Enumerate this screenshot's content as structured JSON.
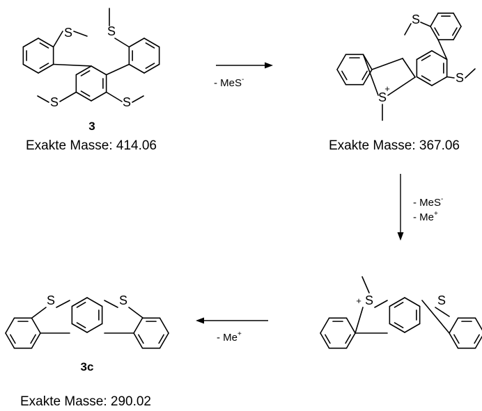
{
  "structures": {
    "compound_3": {
      "label": "3",
      "mass": "Exakte Masse: 414.06",
      "atoms": [
        "S",
        "S",
        "S",
        "S"
      ]
    },
    "intermediate_1": {
      "mass": "Exakte Masse: 367.06",
      "atoms": [
        "S",
        "S",
        "S"
      ],
      "charge": "+"
    },
    "intermediate_2": {
      "atoms": [
        "S",
        "S"
      ],
      "charge": "+"
    },
    "compound_3c": {
      "label": "3c",
      "mass": "Exakte Masse: 290.02",
      "atoms": [
        "S",
        "S"
      ]
    }
  },
  "reactions": {
    "step_1": {
      "reagent": "- MeS",
      "reagent_sup": "-"
    },
    "step_2": {
      "reagent_1": "- MeS",
      "reagent_1_sup": "-",
      "reagent_2": "- Me",
      "reagent_2_sup": "+"
    },
    "step_3": {
      "reagent": "- Me",
      "reagent_sup": "+"
    }
  }
}
